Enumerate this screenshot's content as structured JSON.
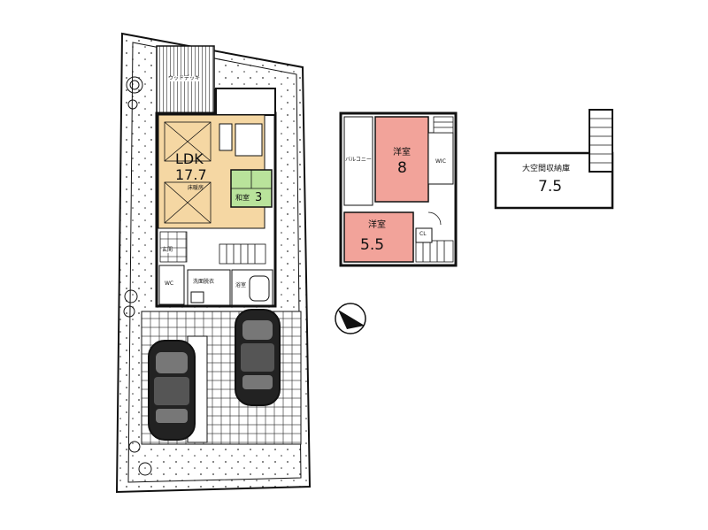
{
  "floor1": {
    "ldk_name": "LDK",
    "ldk_size": "17.7",
    "ldk_note": "床暖房",
    "washitsu_name": "和室",
    "washitsu_size": "3",
    "deck_label": "ウッドデッキ",
    "entrance_label": "玄関",
    "bath_label": "浴室",
    "washroom_label": "洗面脱衣",
    "toilet_label": "WC"
  },
  "floor2": {
    "room8_name": "洋室",
    "room8_size": "8",
    "room55_name": "洋室",
    "room55_size": "5.5",
    "wic_label": "WIC",
    "balcony_label": "バルコニー",
    "cl_label": "CL"
  },
  "attic": {
    "name": "大空間収納庫",
    "size": "7.5"
  },
  "colors": {
    "ldk_fill": "#f5d7a3",
    "washitsu_fill": "#b9e39b",
    "room_fill": "#f2a39a",
    "line": "#111111",
    "hatch": "#555555"
  }
}
